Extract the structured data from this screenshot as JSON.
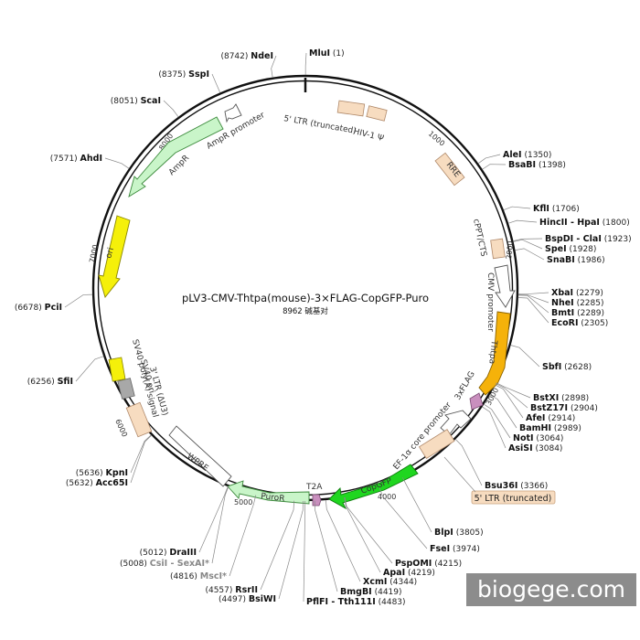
{
  "plasmid": {
    "name": "pLV3-CMV-Thtpa(mouse)-3×FLAG-CopGFP-Puro",
    "size_text": "8962 碱基对",
    "total_bp": 8962
  },
  "scale_ticks": [
    "1000",
    "2000",
    "3000",
    "4000",
    "5000",
    "6000",
    "7000",
    "8000"
  ],
  "sites": [
    {
      "name": "MluI",
      "pos": "(1)",
      "bp": 1,
      "side": "right",
      "muted": false
    },
    {
      "name": "AleI",
      "pos": "(1350)",
      "bp": 1350,
      "side": "right",
      "muted": false
    },
    {
      "name": "BsaBI",
      "pos": "(1398)",
      "bp": 1398,
      "side": "right",
      "muted": false
    },
    {
      "name": "KflI",
      "pos": "(1706)",
      "bp": 1706,
      "side": "right",
      "muted": false
    },
    {
      "name": "HincII - HpaI",
      "pos": "(1800)",
      "bp": 1800,
      "side": "right",
      "muted": false
    },
    {
      "name": "BspDI - ClaI",
      "pos": "(1923)",
      "bp": 1923,
      "side": "right",
      "muted": false
    },
    {
      "name": "SpeI",
      "pos": "(1928)",
      "bp": 1928,
      "side": "right",
      "muted": false
    },
    {
      "name": "SnaBI",
      "pos": "(1986)",
      "bp": 1986,
      "side": "right",
      "muted": false
    },
    {
      "name": "XbaI",
      "pos": "(2279)",
      "bp": 2279,
      "side": "right",
      "muted": false
    },
    {
      "name": "NheI",
      "pos": "(2285)",
      "bp": 2285,
      "side": "right",
      "muted": false
    },
    {
      "name": "BmtI",
      "pos": "(2289)",
      "bp": 2289,
      "side": "right",
      "muted": false
    },
    {
      "name": "EcoRI",
      "pos": "(2305)",
      "bp": 2305,
      "side": "right",
      "muted": false
    },
    {
      "name": "SbfI",
      "pos": "(2628)",
      "bp": 2628,
      "side": "right",
      "muted": false
    },
    {
      "name": "BstXI",
      "pos": "(2898)",
      "bp": 2898,
      "side": "right",
      "muted": false
    },
    {
      "name": "BstZ17I",
      "pos": "(2904)",
      "bp": 2904,
      "side": "right",
      "muted": false
    },
    {
      "name": "AfeI",
      "pos": "(2914)",
      "bp": 2914,
      "side": "right",
      "muted": false
    },
    {
      "name": "BamHI",
      "pos": "(2989)",
      "bp": 2989,
      "side": "right",
      "muted": false
    },
    {
      "name": "NotI",
      "pos": "(3064)",
      "bp": 3064,
      "side": "right",
      "muted": false
    },
    {
      "name": "AsiSI",
      "pos": "(3084)",
      "bp": 3084,
      "side": "right",
      "muted": false
    },
    {
      "name": "Bsu36I",
      "pos": "(3366)",
      "bp": 3366,
      "side": "right",
      "muted": false
    },
    {
      "name": "BlpI",
      "pos": "(3805)",
      "bp": 3805,
      "side": "right",
      "muted": false
    },
    {
      "name": "FseI",
      "pos": "(3974)",
      "bp": 3974,
      "side": "right",
      "muted": false
    },
    {
      "name": "PspOMI",
      "pos": "(4215)",
      "bp": 4215,
      "side": "right",
      "muted": false
    },
    {
      "name": "ApaI",
      "pos": "(4219)",
      "bp": 4219,
      "side": "right",
      "muted": false
    },
    {
      "name": "XcmI",
      "pos": "(4344)",
      "bp": 4344,
      "side": "right",
      "muted": false
    },
    {
      "name": "BmgBI",
      "pos": "(4419)",
      "bp": 4419,
      "side": "right",
      "muted": false
    },
    {
      "name": "PflFI - Tth111I",
      "pos": "(4483)",
      "bp": 4483,
      "side": "right",
      "muted": false
    },
    {
      "name": "BsiWI",
      "pos": "(4497)",
      "bp": 4497,
      "side": "left",
      "muted": false
    },
    {
      "name": "RsrII",
      "pos": "(4557)",
      "bp": 4557,
      "side": "left",
      "muted": false
    },
    {
      "name": "MscI*",
      "pos": "(4816)",
      "bp": 4816,
      "side": "left",
      "muted": true
    },
    {
      "name": "CsiI - SexAI*",
      "pos": "(5008)",
      "bp": 5008,
      "side": "left",
      "muted": true
    },
    {
      "name": "DraIII",
      "pos": "(5012)",
      "bp": 5012,
      "side": "left",
      "muted": false
    },
    {
      "name": "Acc65I",
      "pos": "(5632)",
      "bp": 5632,
      "side": "left",
      "muted": false
    },
    {
      "name": "KpnI",
      "pos": "(5636)",
      "bp": 5636,
      "side": "left",
      "muted": false
    },
    {
      "name": "SfiI",
      "pos": "(6256)",
      "bp": 6256,
      "side": "left",
      "muted": false
    },
    {
      "name": "PciI",
      "pos": "(6678)",
      "bp": 6678,
      "side": "left",
      "muted": false
    },
    {
      "name": "AhdI",
      "pos": "(7571)",
      "bp": 7571,
      "side": "left",
      "muted": false
    },
    {
      "name": "ScaI",
      "pos": "(8051)",
      "bp": 8051,
      "side": "left",
      "muted": false
    },
    {
      "name": "SspI",
      "pos": "(8375)",
      "bp": 8375,
      "side": "left",
      "muted": false
    },
    {
      "name": "NdeI",
      "pos": "(8742)",
      "bp": 8742,
      "side": "left",
      "muted": false
    }
  ],
  "features": [
    {
      "name": "5' LTR (truncated)",
      "type": "box",
      "color": "#f7dcc0"
    },
    {
      "name": "HIV-1 Ψ",
      "type": "box",
      "color": "#f7dcc0"
    },
    {
      "name": "RRE",
      "type": "box",
      "color": "#f7dcc0"
    },
    {
      "name": "cPPT/CTS",
      "type": "box",
      "color": "#f7dcc0"
    },
    {
      "name": "CMV promoter",
      "type": "arrow",
      "color": "#ffffff"
    },
    {
      "name": "Thtpa",
      "type": "arrow",
      "color": "#f5b20a"
    },
    {
      "name": "3xFLAG",
      "type": "arrow",
      "color": "#c98fbe"
    },
    {
      "name": "EF-1α core promoter",
      "type": "arrow",
      "color": "#ffffff"
    },
    {
      "name": "5' LTR (truncated)",
      "type": "box",
      "color": "#f7dcc0"
    },
    {
      "name": "CopGFP",
      "type": "arrow",
      "color": "#1fd61f"
    },
    {
      "name": "T2A",
      "type": "arrow",
      "color": "#c98fbe"
    },
    {
      "name": "PuroR",
      "type": "arrow",
      "color": "#c9f5c9"
    },
    {
      "name": "WPRE",
      "type": "box",
      "color": "#ffffff"
    },
    {
      "name": "3' LTR (ΔU3)",
      "type": "box",
      "color": "#f7dcc0"
    },
    {
      "name": "SV40 ori",
      "type": "box",
      "color": "#a8a8a8"
    },
    {
      "name": "SV40 poly(A) signal",
      "type": "box",
      "color": "#f5f00a"
    },
    {
      "name": "ori",
      "type": "arrow",
      "color": "#f5f00a"
    },
    {
      "name": "AmpR",
      "type": "arrow",
      "color": "#c9f5c9"
    },
    {
      "name": "AmpR promoter",
      "type": "arrow",
      "color": "#ffffff"
    }
  ],
  "watermark": "biogege.com"
}
